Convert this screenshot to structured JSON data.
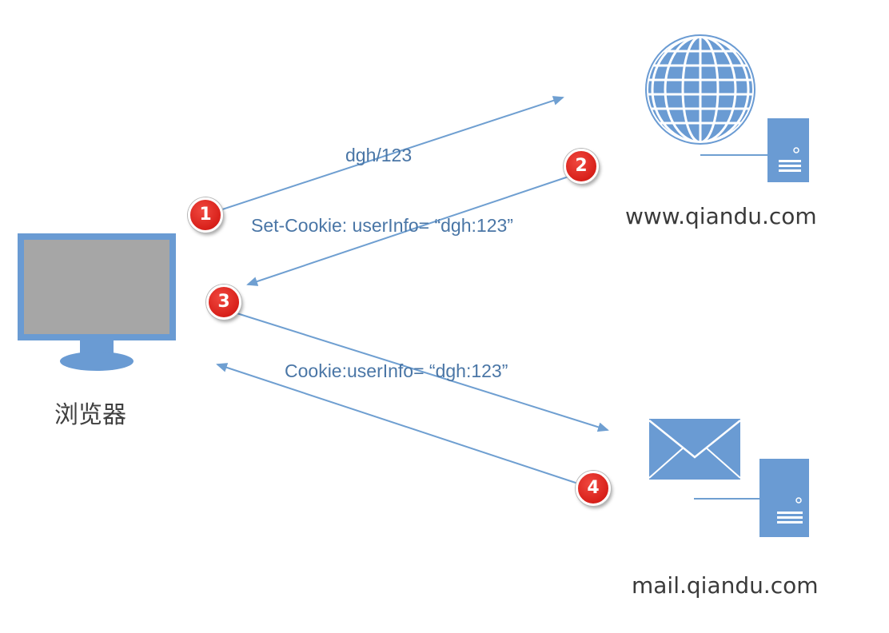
{
  "diagram": {
    "browser": {
      "label": "浏览器",
      "icon": "monitor-icon"
    },
    "site_www": {
      "label": "www.qiandu.com",
      "icons": [
        "globe-icon",
        "server-icon"
      ]
    },
    "site_mail": {
      "label": "mail.qiandu.com",
      "icons": [
        "envelope-icon",
        "server-icon"
      ]
    },
    "edges": [
      {
        "step": "1",
        "label": "dgh/123"
      },
      {
        "step": "2",
        "label": "Set-Cookie: userInfo= “dgh:123”"
      },
      {
        "step": "3",
        "label": "Cookie:userInfo= “dgh:123”"
      },
      {
        "step": "4",
        "label": ""
      }
    ],
    "colors": {
      "accent": "#6a9bd3",
      "line": "#6f9fd1",
      "badge": "#d8201a",
      "text": "#4a76a6"
    }
  }
}
